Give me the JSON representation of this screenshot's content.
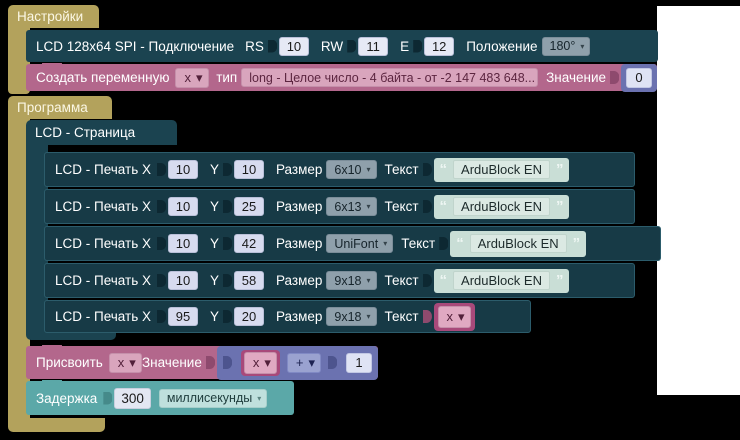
{
  "app": {
    "canvas_background": "#000000",
    "paper_color": "#ffffff"
  },
  "colors": {
    "wrapper_tan": "#b3a25c",
    "lcd_dark_teal": "#1b4350",
    "variable_pink": "#b3678c",
    "math_purple": "#6b72b0",
    "delay_teal": "#5ba8a8",
    "string_green": "#c9ded6"
  },
  "settings_group": {
    "label": "Настройки",
    "lcd_connect": {
      "title": "LCD 128x64 SPI - Подключение",
      "rs_label": "RS",
      "rs_value": "10",
      "rw_label": "RW",
      "rw_value": "11",
      "e_label": "E",
      "e_value": "12",
      "position_label": "Положение",
      "position_value": "180°"
    },
    "create_variable": {
      "label": "Создать переменную",
      "variable": "x",
      "type_label": "тип",
      "type_value": "long - Целое число - 4 байта - от -2 147 483 648...",
      "value_label": "Значение",
      "value": "0"
    }
  },
  "program_group": {
    "label": "Программа",
    "lcd_page": {
      "label": "LCD - Страница"
    },
    "print_rows": [
      {
        "label": "LCD - Печать X",
        "x": "10",
        "y_label": "Y",
        "y": "10",
        "size_label": "Размер",
        "size": "6x10",
        "text_label": "Текст",
        "text_kind": "string",
        "text": "ArduBlock EN"
      },
      {
        "label": "LCD - Печать X",
        "x": "10",
        "y_label": "Y",
        "y": "25",
        "size_label": "Размер",
        "size": "6x13",
        "text_label": "Текст",
        "text_kind": "string",
        "text": "ArduBlock EN"
      },
      {
        "label": "LCD - Печать X",
        "x": "10",
        "y_label": "Y",
        "y": "42",
        "size_label": "Размер",
        "size": "UniFont",
        "text_label": "Текст",
        "text_kind": "string",
        "text": "ArduBlock EN"
      },
      {
        "label": "LCD - Печать X",
        "x": "10",
        "y_label": "Y",
        "y": "58",
        "size_label": "Размер",
        "size": "9x18",
        "text_label": "Текст",
        "text_kind": "string",
        "text": "ArduBlock EN"
      },
      {
        "label": "LCD - Печать X",
        "x": "95",
        "y_label": "Y",
        "y": "20",
        "size_label": "Размер",
        "size": "9x18",
        "text_label": "Текст",
        "text_kind": "variable",
        "text": "x"
      }
    ],
    "assign": {
      "label": "Присвоить",
      "variable": "x",
      "value_label": "Значение",
      "operand_left": "x",
      "operator": "+",
      "operand_right": "1"
    },
    "delay": {
      "label": "Задержка",
      "value": "300",
      "unit": "миллисекунды"
    }
  },
  "icons": {
    "caret": "▾",
    "quote_open": "“",
    "quote_close": "”"
  }
}
